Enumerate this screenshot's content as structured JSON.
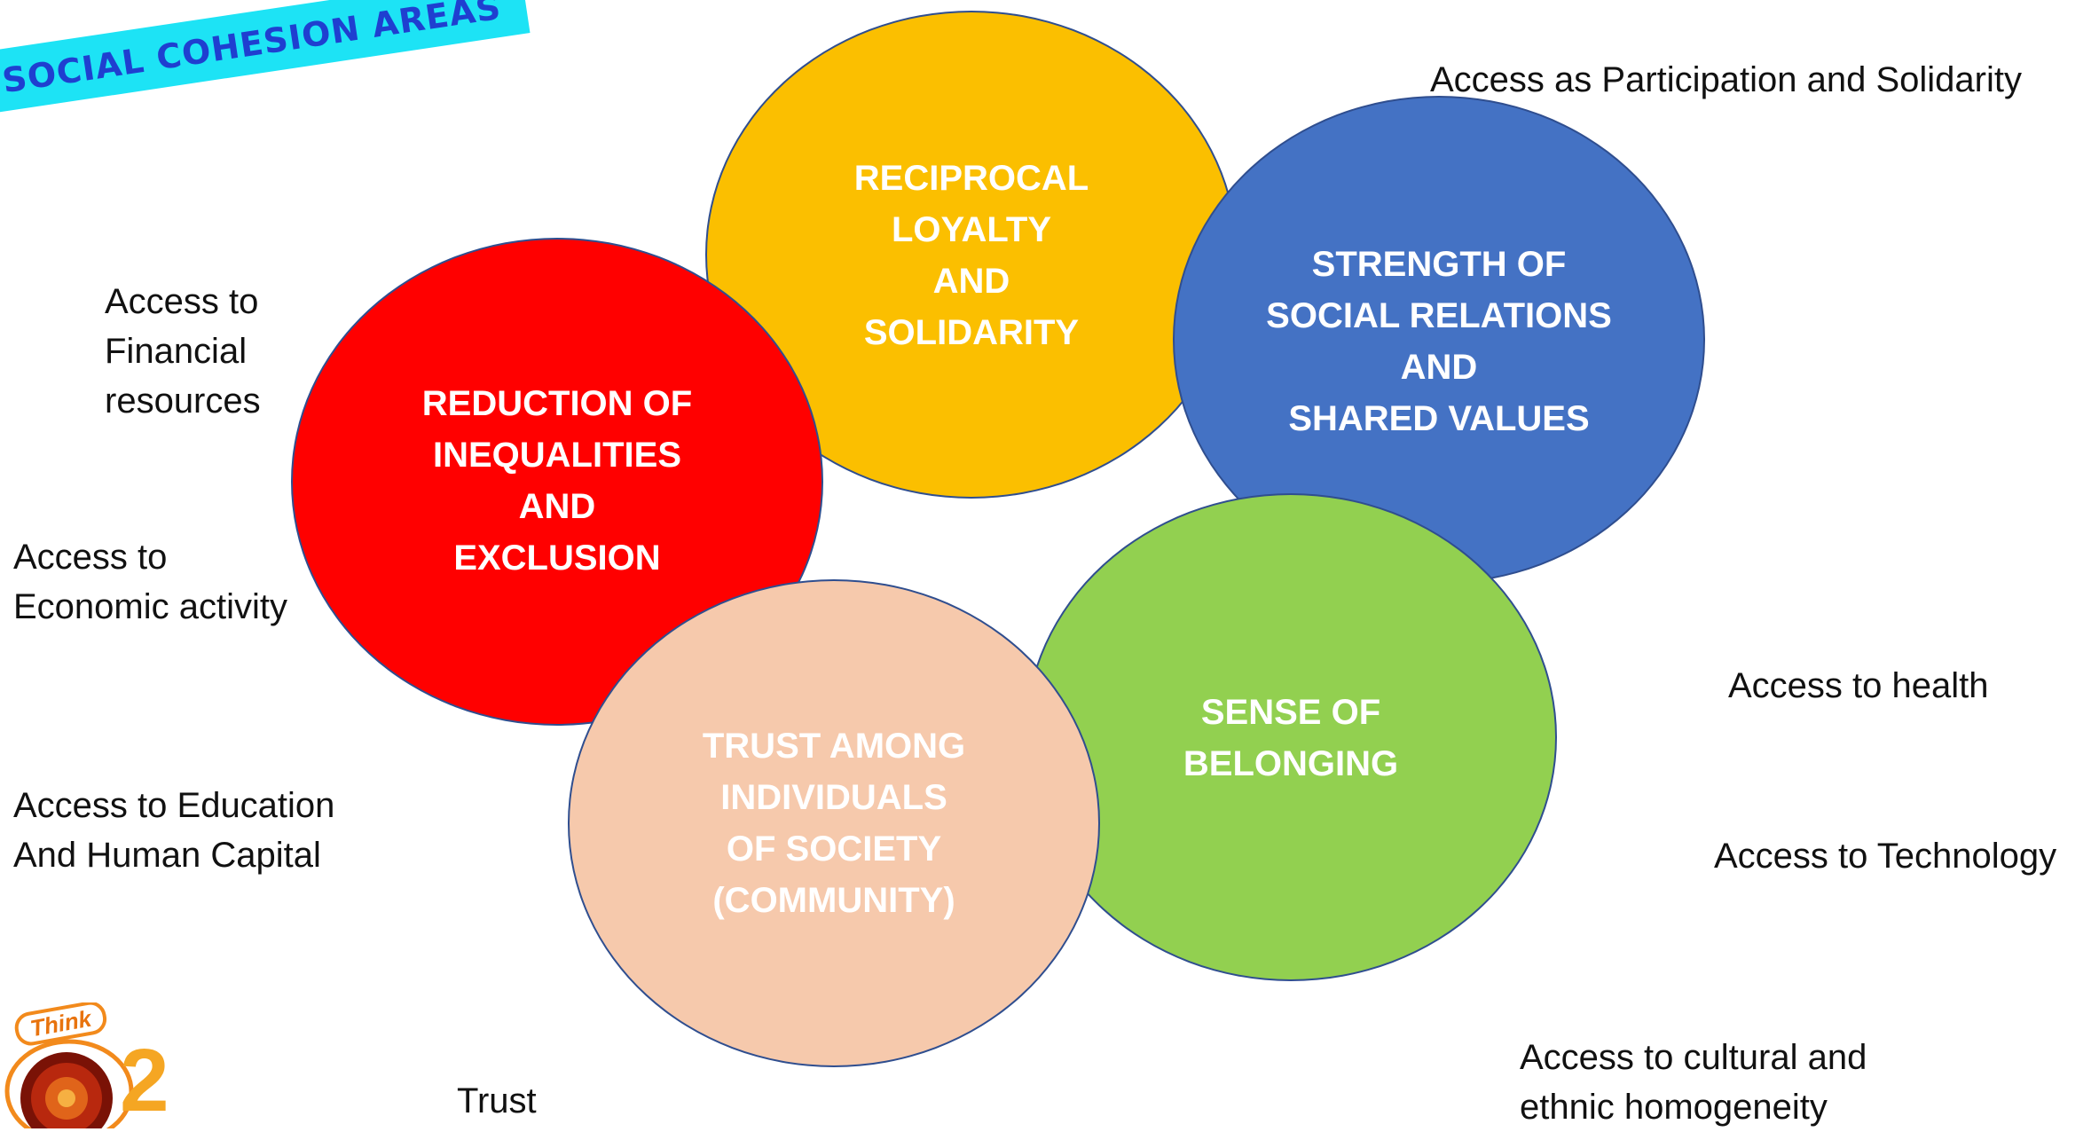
{
  "title": "SOCIAL COHESION AREAS",
  "colors": {
    "banner": "#1de3f5",
    "title_text": "#1f3fd0",
    "reciprocal": "#fbbf00",
    "strength": "#4472c4",
    "reduction": "#ff0000",
    "belonging": "#92d050",
    "trust": "#f6c9ac",
    "outline": "#2f4e8f"
  },
  "circles": {
    "reciprocal": [
      "RECIPROCAL",
      "LOYALTY",
      "AND",
      "SOLIDARITY"
    ],
    "strength": [
      "STRENGTH OF",
      "SOCIAL RELATIONS",
      "AND",
      "SHARED VALUES"
    ],
    "reduction": [
      "REDUCTION OF",
      "INEQUALITIES",
      "AND",
      "EXCLUSION"
    ],
    "belonging": [
      "SENSE OF",
      "BELONGING"
    ],
    "trust": [
      "TRUST AMONG",
      "INDIVIDUALS",
      "OF SOCIETY",
      "(COMMUNITY)"
    ]
  },
  "notes": {
    "participation": [
      "Access as Participation and Solidarity"
    ],
    "financial": [
      "Access to",
      "Financial",
      "resources"
    ],
    "economic": [
      "Access to",
      "Economic activity"
    ],
    "education": [
      "Access to Education",
      "And Human Capital"
    ],
    "health": [
      "Access to health"
    ],
    "technology": [
      "Access to Technology"
    ],
    "cultural": [
      "Access to cultural and",
      "ethnic homogeneity"
    ],
    "trust": [
      "Trust"
    ]
  },
  "logo": {
    "text": "Think",
    "number": "2"
  }
}
